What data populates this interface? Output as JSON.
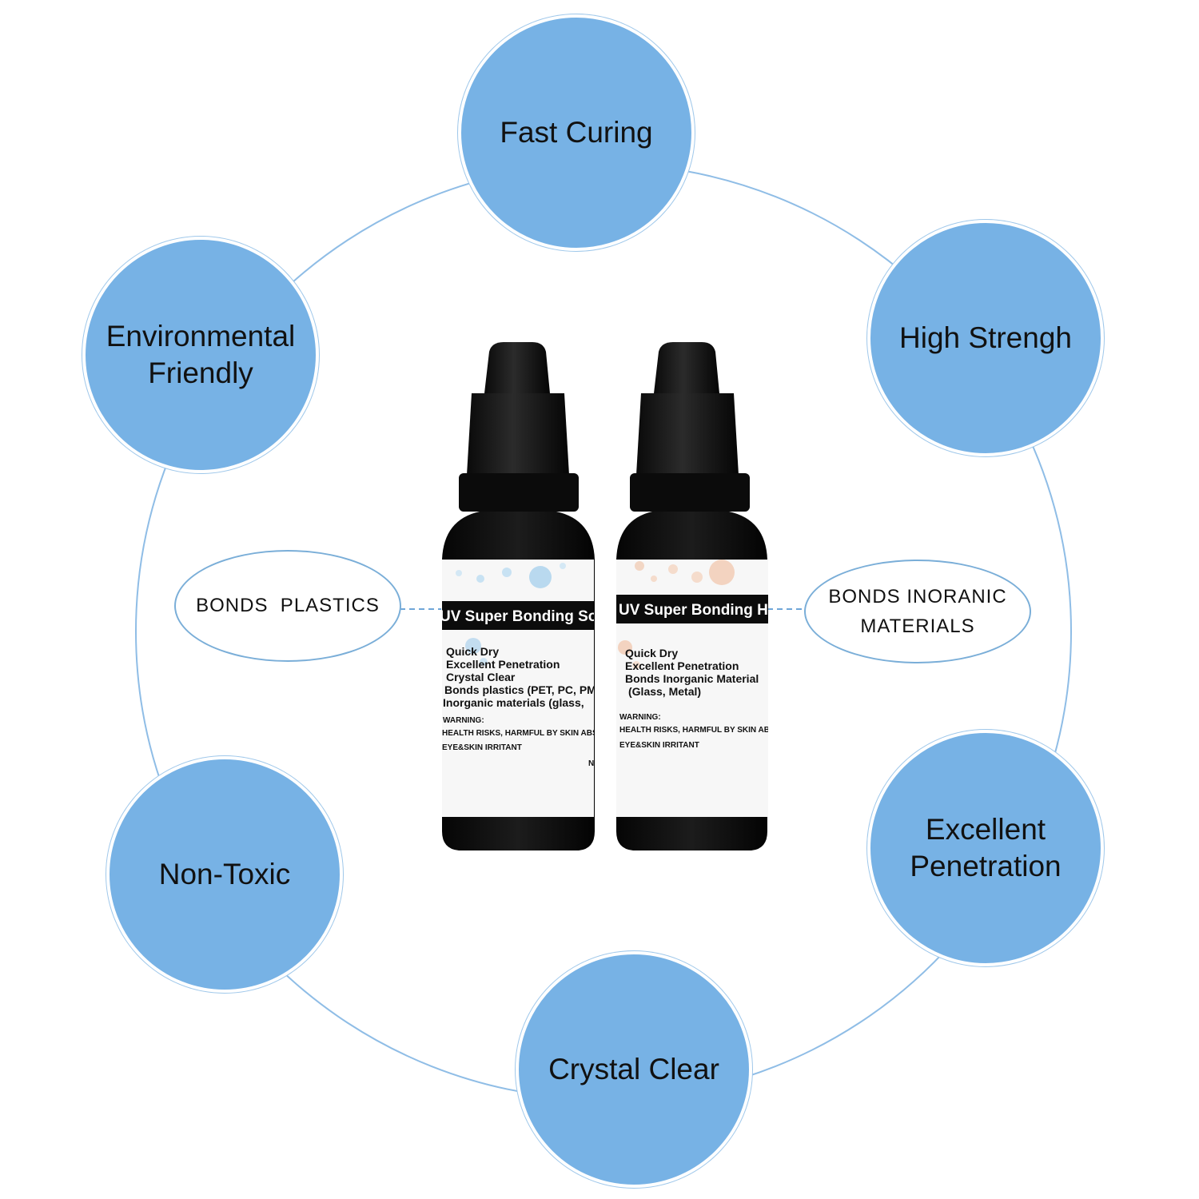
{
  "colors": {
    "circle_fill": "#77b2e5",
    "ring_line": "#8fbde6",
    "connector": "#6fa6d8"
  },
  "features": [
    {
      "id": "fast-curing",
      "label": "Fast Curing"
    },
    {
      "id": "high-strength",
      "label": "High Strengh"
    },
    {
      "id": "excellent-penetration",
      "label": "Excellent\nPenetration"
    },
    {
      "id": "crystal-clear",
      "label": "Crystal Clear"
    },
    {
      "id": "non-toxic",
      "label": "Non-Toxic"
    },
    {
      "id": "environmental-friendly",
      "label": "Environmental\nFriendly"
    }
  ],
  "callouts": {
    "left": "BONDS  PLASTICS",
    "right": "BONDS INORANIC\nMATERIALS"
  },
  "bottles": {
    "left": {
      "title": "UV Super Bonding Soft",
      "bullets": [
        "Quick Dry",
        "Excellent Penetration",
        "Crystal Clear",
        "Bonds plastics (PET, PC, PM",
        "Inorganic materials (glass,"
      ],
      "warning_heading": "WARNING:",
      "warning_lines": [
        "HEALTH RISKS, HARMFUL BY SKIN ABSOR",
        "EYE&SKIN IRRITANT"
      ],
      "corner_mark": "N"
    },
    "right": {
      "title": "UV Super Bonding Har",
      "bullets": [
        "Quick Dry",
        "Excellent Penetration",
        "Bonds Inorganic Material",
        "(Glass, Metal)"
      ],
      "warning_heading": "WARNING:",
      "warning_lines": [
        "HEALTH RISKS, HARMFUL BY SKIN ABS",
        "EYE&SKIN IRRITANT"
      ]
    }
  }
}
